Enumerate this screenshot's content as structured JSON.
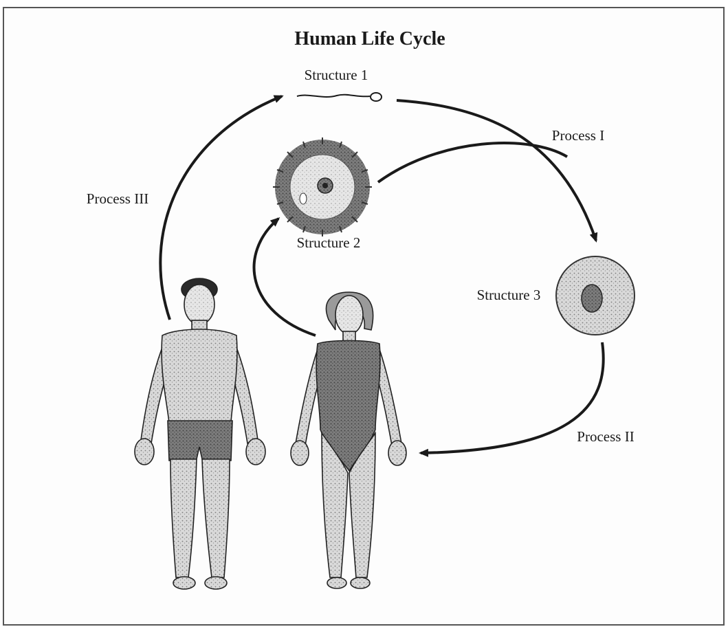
{
  "diagram": {
    "title": "Human Life Cycle",
    "structures": {
      "s1": "Structure 1",
      "s2": "Structure 2",
      "s3": "Structure 3"
    },
    "processes": {
      "p1": "Process I",
      "p2": "Process II",
      "p3": "Process III"
    },
    "colors": {
      "ink": "#1a1a1a",
      "stipple": "#8a8a8a",
      "frame": "#555555"
    }
  }
}
